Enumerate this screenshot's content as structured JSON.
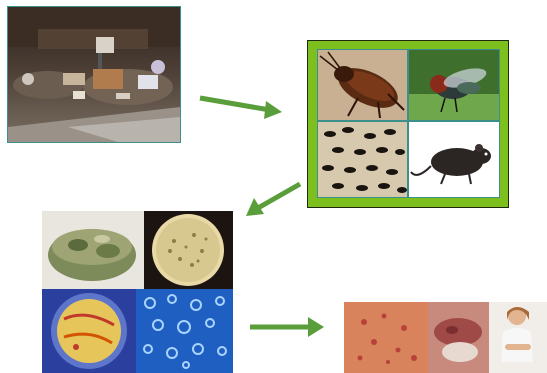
{
  "figure": {
    "stages": [
      {
        "id": "garbage",
        "icon": "garbage-dump-photo"
      },
      {
        "id": "vectors",
        "items": [
          {
            "icon": "cockroach-photo"
          },
          {
            "icon": "housefly-photo"
          },
          {
            "icon": "ants-photo"
          },
          {
            "icon": "rat-photo"
          }
        ]
      },
      {
        "id": "microbes",
        "items": [
          {
            "icon": "moldy-food-photo"
          },
          {
            "icon": "bacteria-colonies-petri-dish-photo"
          },
          {
            "icon": "bacterial-culture-plate-photo"
          },
          {
            "icon": "microscopic-cells-photo"
          }
        ]
      },
      {
        "id": "diseases",
        "items": [
          {
            "icon": "skin-infection-photo"
          },
          {
            "icon": "lip-lesion-photo"
          },
          {
            "icon": "stomach-pain-person-photo"
          }
        ]
      }
    ],
    "arrows": [
      {
        "from": "garbage",
        "to": "vectors",
        "color": "#5a9e3c"
      },
      {
        "from": "vectors",
        "to": "microbes",
        "color": "#5a9e3c"
      },
      {
        "from": "microbes",
        "to": "diseases",
        "color": "#5a9e3c"
      }
    ],
    "colors": {
      "frame": "#7cbf1e",
      "arrow": "#5a9e3c",
      "photo_border": "#3c8f8a"
    }
  }
}
